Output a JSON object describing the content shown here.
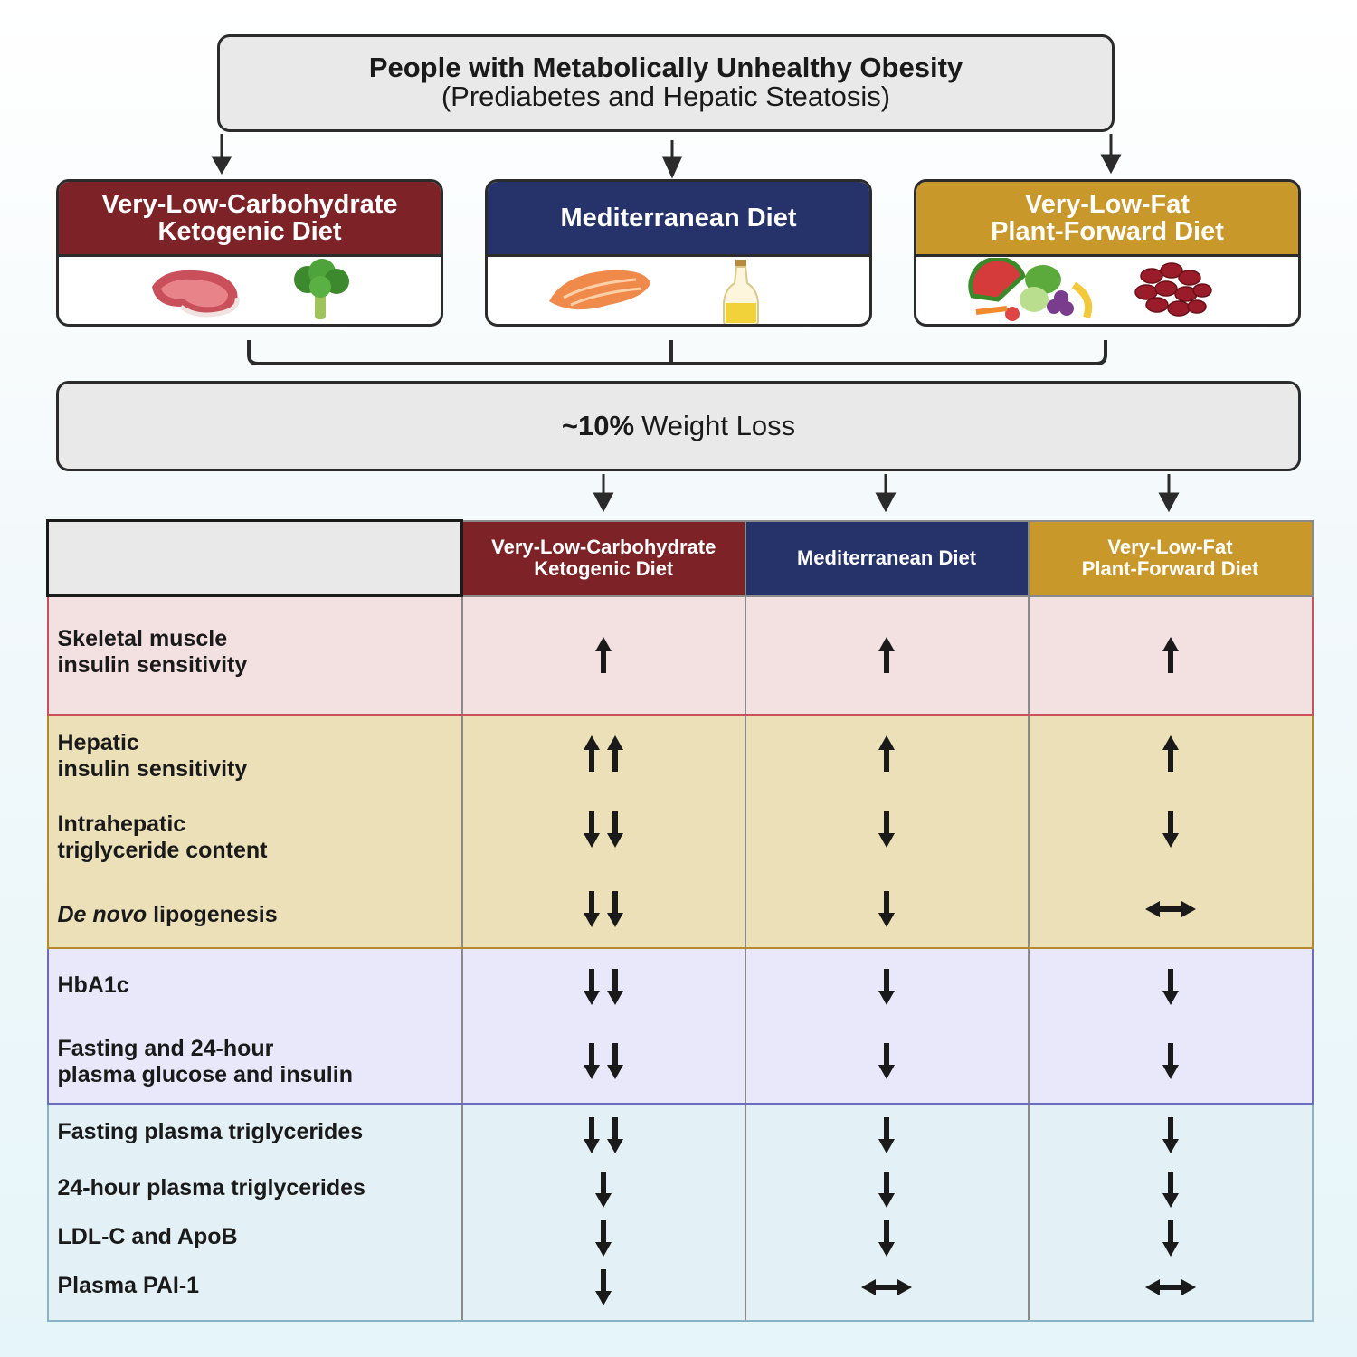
{
  "header": {
    "title": "People with Metabolically Unhealthy Obesity",
    "subtitle": "(Prediabetes and Hepatic Steatosis)"
  },
  "diets": [
    {
      "line1": "Very-Low-Carbohydrate",
      "line2": "Ketogenic Diet",
      "color": "#7d2328",
      "foods": [
        "steak-icon",
        "broccoli-icon"
      ]
    },
    {
      "line1": "Mediterranean Diet",
      "line2": "",
      "color": "#26336b",
      "foods": [
        "salmon-icon",
        "olive-oil-icon"
      ]
    },
    {
      "line1": "Very-Low-Fat",
      "line2": "Plant-Forward Diet",
      "color": "#c9982a",
      "foods": [
        "fruits-vegetables-icon",
        "beans-icon"
      ]
    }
  ],
  "weight_loss": {
    "bold": "~10%",
    "text": "Weight Loss"
  },
  "table": {
    "columns": [
      {
        "line1": "Very-Low-Carbohydrate",
        "line2": "Ketogenic Diet",
        "color": "#7d2328"
      },
      {
        "line1": "Mediterranean Diet",
        "line2": "",
        "color": "#26336b"
      },
      {
        "line1": "Very-Low-Fat",
        "line2": "Plant-Forward Diet",
        "color": "#c9982a"
      }
    ],
    "groups": [
      {
        "bg": "#f3e0e1",
        "border": "#c8515a",
        "rows": [
          {
            "label": [
              "Skeletal muscle",
              "insulin sensitivity"
            ],
            "effects": [
              "up",
              "up",
              "up"
            ]
          }
        ]
      },
      {
        "bg": "#ebe0b8",
        "border": "#b58a2d",
        "rows": [
          {
            "label": [
              "Hepatic",
              "insulin sensitivity"
            ],
            "effects": [
              "up2",
              "up",
              "up"
            ]
          },
          {
            "label": [
              "Intrahepatic",
              "triglyceride content"
            ],
            "effects": [
              "down2",
              "down",
              "down"
            ]
          },
          {
            "label": [
              "De novo lipogenesis"
            ],
            "italic_prefix": "De novo",
            "effects": [
              "down2",
              "down",
              "neutral"
            ]
          }
        ]
      },
      {
        "bg": "#e8e8fa",
        "border": "#6c6cbf",
        "rows": [
          {
            "label": [
              "HbA1c"
            ],
            "effects": [
              "down2",
              "down",
              "down"
            ]
          },
          {
            "label": [
              "Fasting and 24-hour",
              "plasma glucose and insulin"
            ],
            "effects": [
              "down2",
              "down",
              "down"
            ]
          }
        ]
      },
      {
        "bg": "#e3f1f6",
        "border": "#8ab3c4",
        "rows": [
          {
            "label": [
              "Fasting plasma triglycerides"
            ],
            "effects": [
              "down2",
              "down",
              "down"
            ]
          },
          {
            "label": [
              "24-hour plasma triglycerides"
            ],
            "effects": [
              "down",
              "down",
              "down"
            ]
          },
          {
            "label": [
              "LDL-C and ApoB"
            ],
            "effects": [
              "down",
              "down",
              "down"
            ]
          },
          {
            "label": [
              "Plasma PAI-1"
            ],
            "effects": [
              "down",
              "neutral",
              "neutral"
            ]
          }
        ]
      }
    ]
  }
}
